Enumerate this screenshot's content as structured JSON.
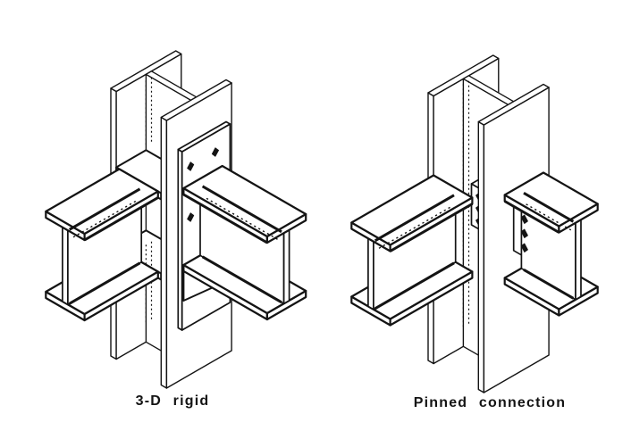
{
  "page": {
    "background": "#ffffff",
    "ink": "#141414"
  },
  "figures": [
    {
      "id": "3d-rigid",
      "caption": "3-D rigid"
    },
    {
      "id": "pinned",
      "caption": "Pinned connection"
    }
  ]
}
